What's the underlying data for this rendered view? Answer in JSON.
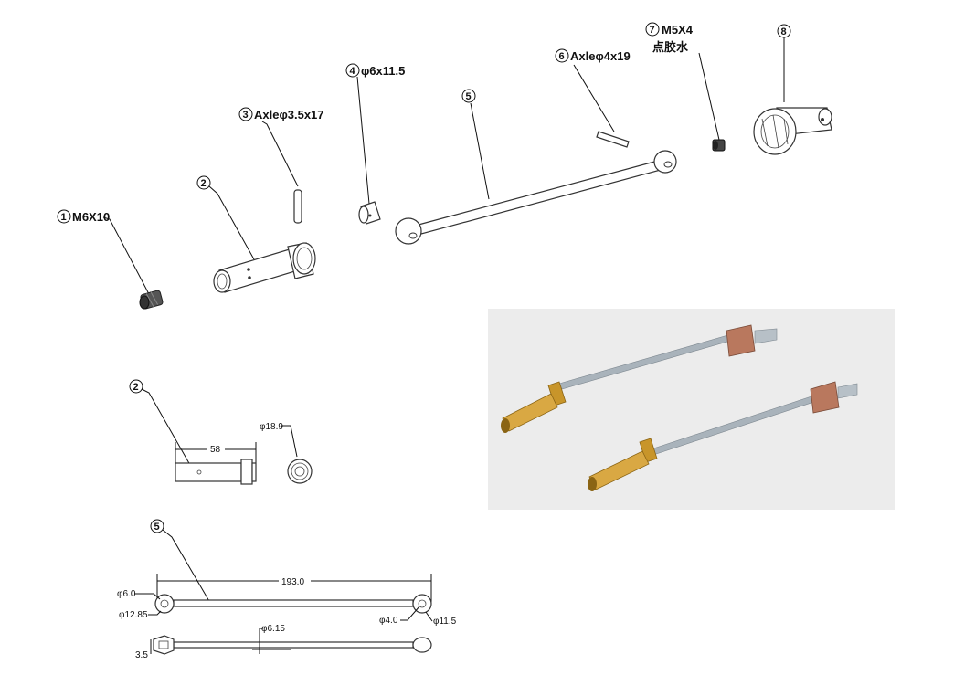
{
  "callouts": {
    "c1": {
      "num": "1",
      "text": "M6X10"
    },
    "c2": {
      "num": "2",
      "text": ""
    },
    "c3": {
      "num": "3",
      "text": "Axleφ3.5x17"
    },
    "c4": {
      "num": "4",
      "text": "φ6x11.5"
    },
    "c5": {
      "num": "5",
      "text": ""
    },
    "c6": {
      "num": "6",
      "text": "Axleφ4x19"
    },
    "c7": {
      "num": "7",
      "text": "M5X4",
      "note": "点胶水"
    },
    "c8": {
      "num": "8",
      "text": ""
    }
  },
  "detail2": {
    "num": "2",
    "length": "58",
    "diameter": "φ18.9"
  },
  "detail5": {
    "num": "5",
    "length": "193.0",
    "d_pin_left": "φ6.0",
    "d_ball_left": "φ12.85",
    "d_pin_right": "φ4.0",
    "d_ball_right": "φ11.5",
    "d_shaft": "φ6.15",
    "offset": "3.5"
  },
  "photo": {
    "bg": "#eeeeee",
    "brass": "#c8952a",
    "shaft": "#a9b3bb",
    "cup": "#b9785e"
  }
}
